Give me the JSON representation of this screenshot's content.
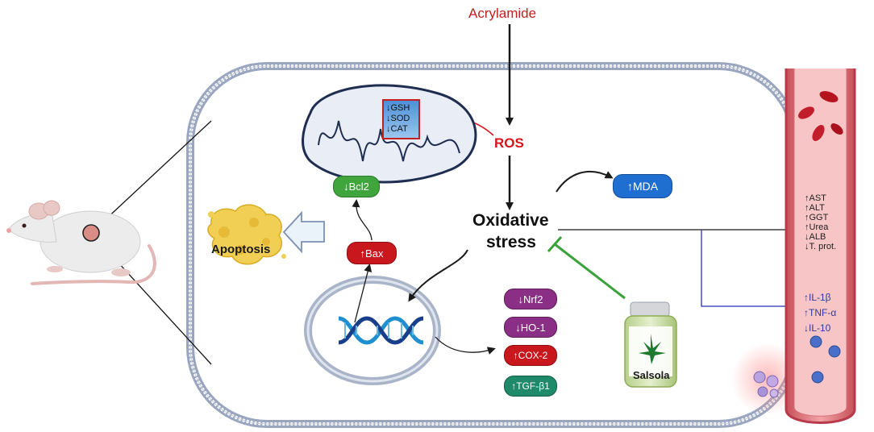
{
  "labels": {
    "acrylamide": "Acrylamide",
    "ros": "ROS",
    "oxidative_line1": "Oxidative",
    "oxidative_line2": "stress",
    "apoptosis": "Apoptosis",
    "salsola": "Salsola"
  },
  "mito_markers": [
    "↓GSH",
    "↓SOD",
    "↓CAT"
  ],
  "pills": {
    "bcl2": "↓Bcl2",
    "bax": "↑Bax",
    "mda": "↑MDA",
    "nrf2": "↓Nrf2",
    "ho1": "↓HO-1",
    "cox2": "↑COX-2",
    "tgfb1": "↑TGF-β1"
  },
  "blood_markers": [
    "↑AST",
    "↑ALT",
    "↑GGT",
    "↑Urea",
    "↓ALB",
    "↓T. prot."
  ],
  "cytokines": [
    "↑IL-1β",
    "↑TNF-α",
    "↓IL-10"
  ],
  "colors": {
    "acrylamide": "#c41e1e",
    "ros": "#d6141a",
    "bcl2": "#3fa53c",
    "bax": "#c8171d",
    "mda": "#1f6fd0",
    "nrf2": "#8a2e86",
    "ho1": "#8a2e86",
    "cox2": "#c8171d",
    "tgfb1": "#1f8a6a",
    "inhibition": "#3aa23a",
    "cytokine_text": "#2d3a9e",
    "vessel": "#e8868a"
  }
}
